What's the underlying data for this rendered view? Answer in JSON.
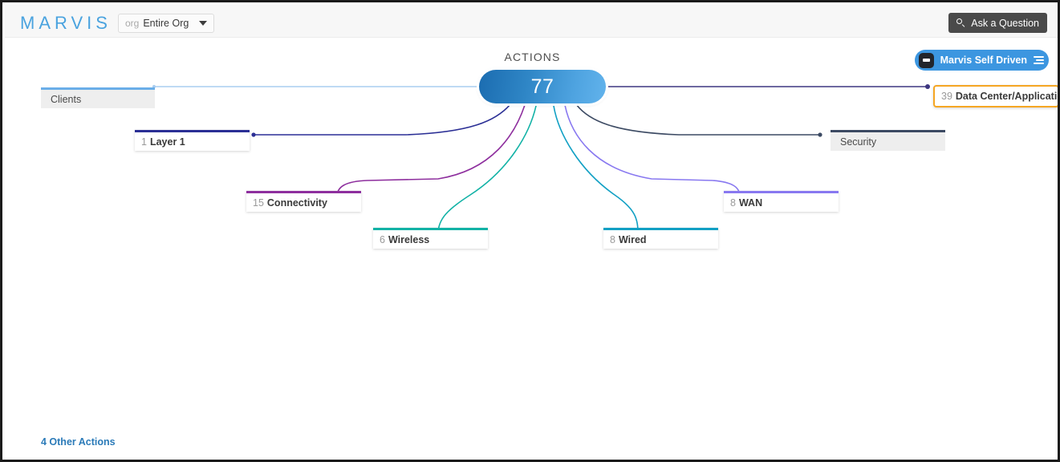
{
  "header": {
    "logo": "MARVIS",
    "org_selector": {
      "tag": "org",
      "value": "Entire Org",
      "icon": "chevron-down-icon"
    },
    "ask_button": {
      "label": "Ask a Question",
      "icon": "search-icon"
    }
  },
  "canvas": {
    "title": "ACTIONS",
    "center_node": {
      "count": "77"
    },
    "marvis_pill": {
      "label": "Marvis Self Driven",
      "avatar_icon": "robot-avatar-icon",
      "menu_icon": "hamburger-menu-icon"
    },
    "other_actions": {
      "label": "4 Other Actions"
    }
  },
  "categories": [
    {
      "id": "clients",
      "count": "",
      "name": "Clients",
      "color": "#6aaee8",
      "state": "muted"
    },
    {
      "id": "layer1",
      "count": "1",
      "name": "Layer 1",
      "color": "#2b2f95",
      "state": "normal"
    },
    {
      "id": "connectivity",
      "count": "15",
      "name": "Connectivity",
      "color": "#8e2f9e",
      "state": "normal"
    },
    {
      "id": "wireless",
      "count": "6",
      "name": "Wireless",
      "color": "#12b2a6",
      "state": "normal"
    },
    {
      "id": "wired",
      "count": "8",
      "name": "Wired",
      "color": "#12a0c4",
      "state": "normal"
    },
    {
      "id": "wan",
      "count": "8",
      "name": "WAN",
      "color": "#8878f0",
      "state": "normal"
    },
    {
      "id": "security",
      "count": "",
      "name": "Security",
      "color": "#3c4a63",
      "state": "muted"
    },
    {
      "id": "datacenter",
      "count": "39",
      "name": "Data Center/Application",
      "color": "#3d3680",
      "state": "selected"
    }
  ],
  "colors": {
    "brand_blue": "#4aa3df",
    "accent_orange": "#f5a623",
    "link_blue": "#2a7ab8",
    "node_gradient_start": "#1b6cb0",
    "node_gradient_end": "#62b3ec",
    "header_bg": "#f7f7f7",
    "ask_button_bg": "#4a4a4a",
    "marvis_pill_bg": "#3c96e0"
  }
}
